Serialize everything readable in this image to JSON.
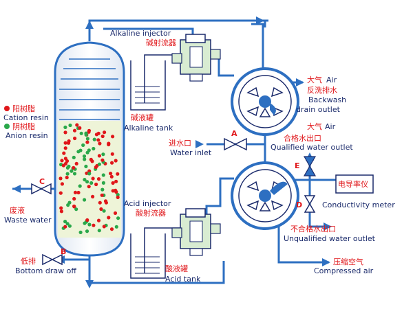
{
  "labels": {
    "alkaline_injector_en": "Alkaline injector",
    "alkaline_injector_cn": "碱射流器",
    "alkaline_tank_cn": "碱液罐",
    "alkaline_tank_en": "Alkaline tank",
    "cation_resin_cn": "阳树脂",
    "cation_resin_en": "Cation resin",
    "anion_resin_cn": "阴树脂",
    "anion_resin_en": "Anion resin",
    "waste_cn": "废液",
    "waste_en": "Waste water",
    "bottom_cn": "低排",
    "bottom_en": "Bottom draw off",
    "acid_injector_en": "Acid  injector",
    "acid_injector_cn": "酸射流器",
    "acid_tank_cn": "酸液罐",
    "acid_tank_en": "Acid tank",
    "water_inlet_cn": "进水口",
    "water_inlet_en": "Water inlet",
    "air1_cn": "大气",
    "air1_en": "Air",
    "backwash_cn": "反洗排水",
    "backwash_en1": "Backwash",
    "backwash_en2": "drain outlet",
    "air2_cn": "大气",
    "air2_en": "Air",
    "qualified_cn": "合格水出口",
    "qualified_en": "Qualified water outlet",
    "conductivity_cn": "电导率仪",
    "conductivity_en": "Conductivity meter",
    "unqualified_cn": "不合格水出口",
    "unqualified_en": "Unqualified water outlet",
    "compressed_cn": "压缩空气",
    "compressed_en": "Compressed air"
  },
  "valves": {
    "a": "A",
    "b": "B",
    "c": "C",
    "d": "D",
    "e": "E"
  },
  "colors": {
    "pipe": "#2d6fc1",
    "dark": "#1a2a6b",
    "red": "#e0161a",
    "green": "#2aa84a",
    "resin_bg": "#eef4d8"
  }
}
